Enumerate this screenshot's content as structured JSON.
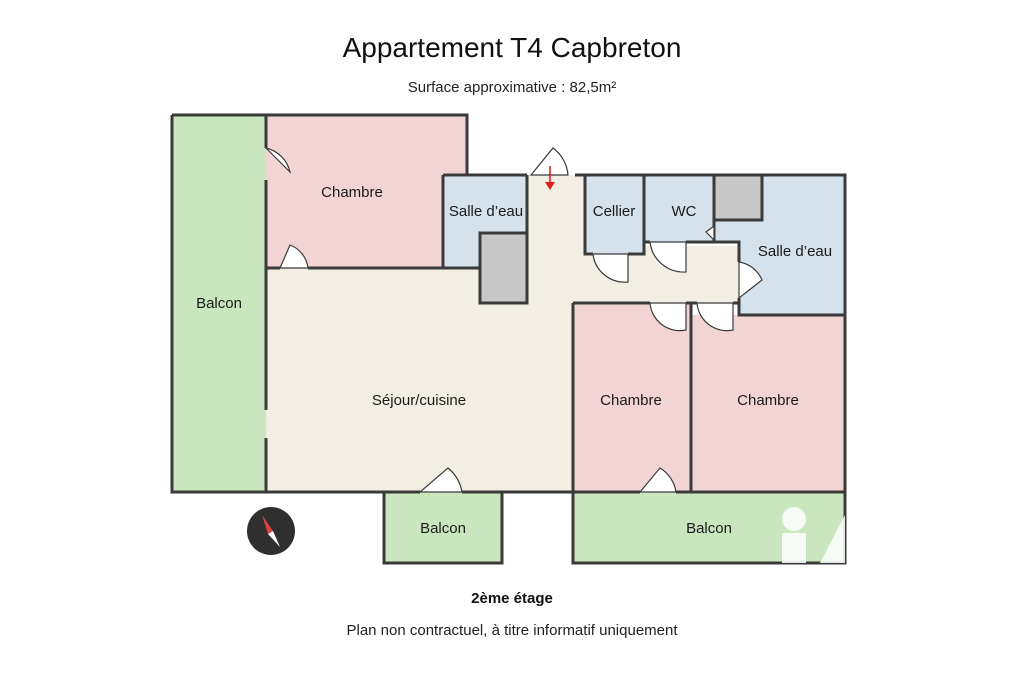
{
  "header": {
    "title": "Appartement T4 Capbreton",
    "subtitle": "Surface approximative : 82,5m²"
  },
  "rooms": {
    "chambre_top": "Chambre",
    "salle_eau_1": "Salle d’eau",
    "cellier": "Cellier",
    "wc": "WC",
    "salle_eau_2": "Salle d’eau",
    "balcon_left": "Balcon",
    "sejour": "Séjour/cuisine",
    "chambre_mid": "Chambre",
    "chambre_right": "Chambre",
    "balcon_bottom_small": "Balcon",
    "balcon_bottom_large": "Balcon"
  },
  "footer": {
    "floor": "2ème étage",
    "disclaimer": "Plan non contractuel, à titre informatif uniquement"
  },
  "colors": {
    "bedroom": "#f2d4d4",
    "bathroom": "#d6e2eb",
    "living": "#f3eee3",
    "balcony": "#c9e6bf",
    "closet": "#c8c8c8",
    "wall": "#3a3a3a",
    "entrance_arrow": "#e02020"
  },
  "icons": {
    "compass": "compass-icon",
    "entrance": "entrance-arrow-icon"
  }
}
